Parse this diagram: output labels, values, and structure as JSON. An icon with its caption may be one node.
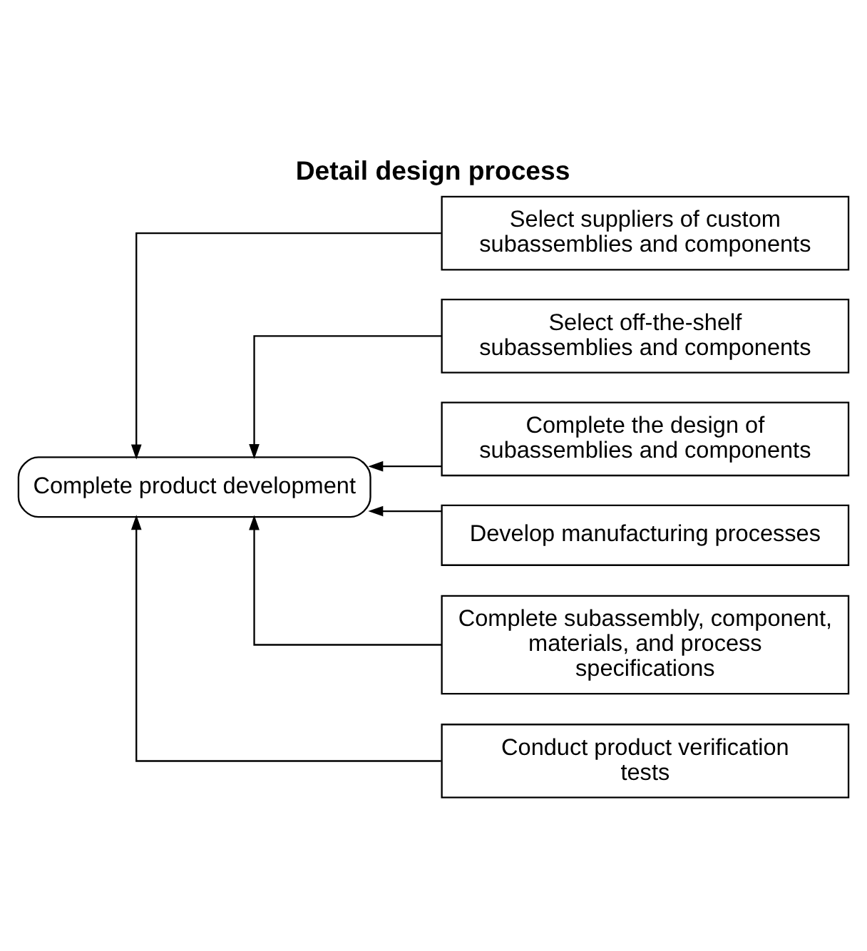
{
  "diagram": {
    "title": "Detail design process",
    "nodes": [
      {
        "text": [
          "Complete product development"
        ]
      },
      {
        "text": [
          "Select suppliers of custom subassemblies and components"
        ]
      },
      {
        "text": [
          "Select off-the-shelf subassemblies and components"
        ]
      },
      {
        "text": [
          "Complete the design of subassemblies and components"
        ]
      },
      {
        "text": [
          "Develop manufacturing processes"
        ]
      },
      {
        "text": [
          "Complete subassembly, component, materials, and process specifications"
        ]
      },
      {
        "text": [
          "Conduct product verification tests"
        ]
      }
    ],
    "edges": [
      {
        "from": 1,
        "to": 0,
        "arrow": "to"
      },
      {
        "from": 2,
        "to": 0,
        "arrow": "to"
      },
      {
        "from": 3,
        "to": 0,
        "arrow": "to"
      },
      {
        "from": 4,
        "to": 0,
        "arrow": "to"
      },
      {
        "from": 5,
        "to": 0,
        "arrow": "to"
      },
      {
        "from": 6,
        "to": 0,
        "arrow": "to"
      }
    ]
  }
}
